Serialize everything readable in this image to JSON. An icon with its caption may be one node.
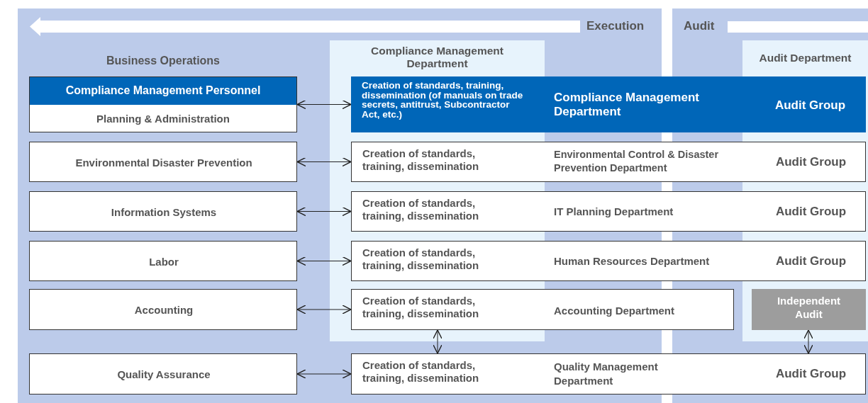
{
  "diagram": {
    "nodes": [
      {
        "text": [
          "Compliance Management Personnel",
          "Planning & Administration"
        ]
      },
      {
        "text": [
          "Creation of standards, training, dissemination (of manuals on trade secrets, antitrust, Subcontractor Act, etc.)",
          "Compliance Management Department",
          "Audit Group"
        ]
      },
      {
        "text": [
          "Environmental Disaster Prevention"
        ]
      },
      {
        "text": [
          "Creation of standards, training, dissemination",
          "Environmental Control & Disaster Prevention Department",
          "Audit Group"
        ]
      },
      {
        "text": [
          "Information Systems"
        ]
      },
      {
        "text": [
          "Creation of standards, training, dissemination",
          "IT Planning Department",
          "Audit Group"
        ]
      },
      {
        "text": [
          "Labor"
        ]
      },
      {
        "text": [
          "Creation of standards, training, dissemination",
          "Human Resources Department",
          "Audit Group"
        ]
      },
      {
        "text": [
          "Accounting"
        ]
      },
      {
        "text": [
          "Creation of standards, training, dissemination",
          "Accounting Department"
        ]
      },
      {
        "text": [
          "Independent Audit"
        ]
      },
      {
        "text": [
          "Quality Assurance"
        ]
      },
      {
        "text": [
          "Creation of standards, training, dissemination",
          "Quality Management Department",
          "Audit Group"
        ]
      }
    ],
    "edges": [
      {
        "from": 0,
        "to": 1,
        "arrow": "both"
      },
      {
        "from": 2,
        "to": 3,
        "arrow": "both"
      },
      {
        "from": 4,
        "to": 5,
        "arrow": "both"
      },
      {
        "from": 6,
        "to": 7,
        "arrow": "both"
      },
      {
        "from": 8,
        "to": 9,
        "arrow": "both"
      },
      {
        "from": 11,
        "to": 12,
        "arrow": "both"
      },
      {
        "from": 9,
        "to": 12,
        "arrow": "both"
      },
      {
        "from": 10,
        "to": 12,
        "arrow": "both"
      }
    ],
    "labels": [
      "Execution",
      "Audit",
      "Business Operations",
      "Compliance Management Department",
      "Audit Department"
    ]
  }
}
